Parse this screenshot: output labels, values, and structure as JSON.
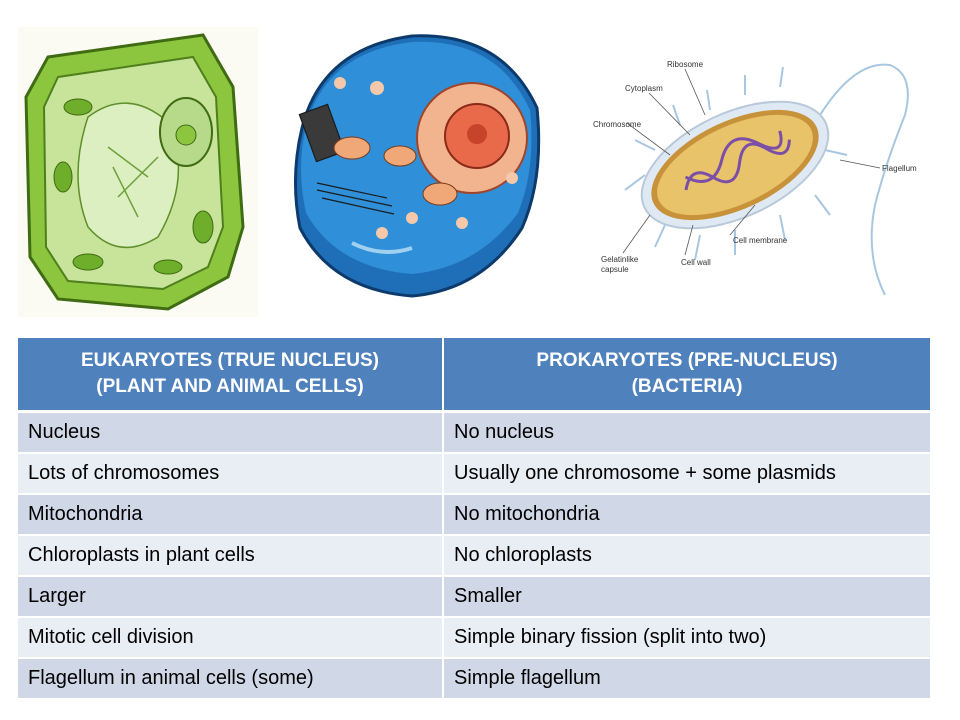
{
  "illustrations": [
    {
      "name": "plant-cell-illustration"
    },
    {
      "name": "animal-cell-illustration"
    },
    {
      "name": "bacterium-illustration",
      "labels": {
        "ribosome": "Ribosome",
        "cytoplasm": "Cytoplasm",
        "chromosome": "Chromosome",
        "flagellum": "Flagellum",
        "cell_membrane": "Cell membrane",
        "cell_wall": "Cell wall",
        "capsule_line1": "Gelatinlike",
        "capsule_line2": "capsule"
      }
    }
  ],
  "table": {
    "headers": [
      {
        "line1": "EUKARYOTES (TRUE NUCLEUS)",
        "line2": "(PLANT AND ANIMAL CELLS)"
      },
      {
        "line1": "PROKARYOTES (PRE-NUCLEUS)",
        "line2": "(BACTERIA)"
      }
    ],
    "rows": [
      [
        "Nucleus",
        "No nucleus"
      ],
      [
        "Lots of chromosomes",
        "Usually one chromosome + some plasmids"
      ],
      [
        "Mitochondria",
        "No mitochondria"
      ],
      [
        "Chloroplasts in plant cells",
        "No chloroplasts"
      ],
      [
        "Larger",
        "Smaller"
      ],
      [
        "Mitotic cell division",
        "Simple binary fission (split into two)"
      ],
      [
        "Flagellum in animal cells (some)",
        "Simple flagellum"
      ]
    ]
  },
  "colors": {
    "header_bg": "#4f81bd",
    "row_dark": "#d0d8e8",
    "row_light": "#e9edf4",
    "plant_green": "#8cc63f",
    "animal_blue": "#2f8fd8",
    "bacterium_gold": "#e8c36a"
  }
}
